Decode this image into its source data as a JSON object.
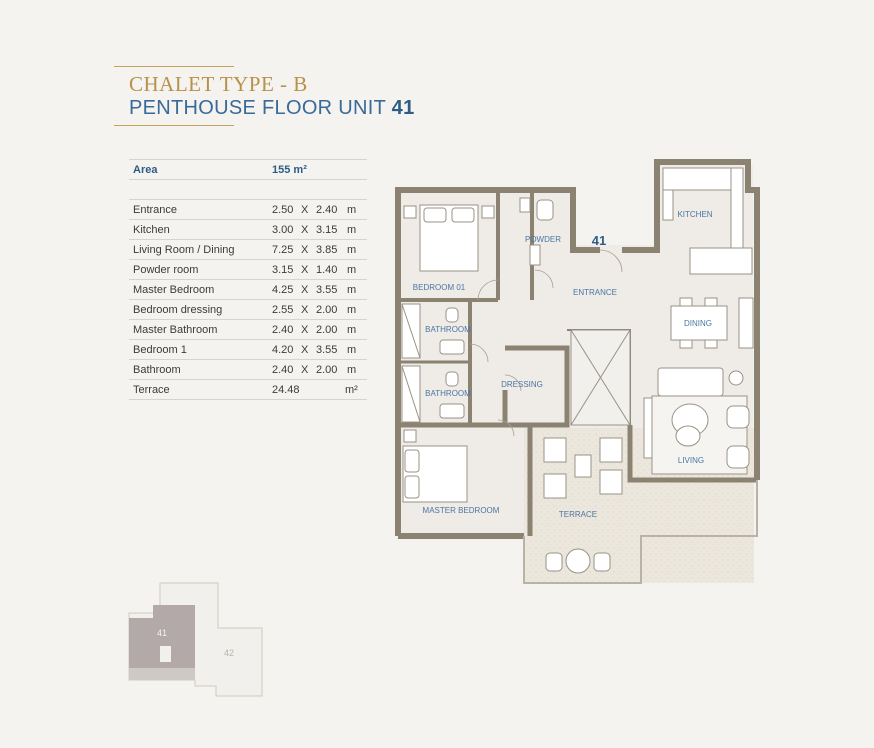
{
  "header": {
    "title_line1": "CHALET TYPE - B",
    "title_line2_prefix": "PENTHOUSE FLOOR UNIT",
    "title_line2_number": "41"
  },
  "table": {
    "header_label": "Area",
    "header_value": "155 m²",
    "rows": [
      {
        "name": "Entrance",
        "a": "2.50",
        "x": "X",
        "b": "2.40",
        "unit": "m"
      },
      {
        "name": "Kitchen",
        "a": "3.00",
        "x": "X",
        "b": "3.15",
        "unit": "m"
      },
      {
        "name": "Living Room / Dining",
        "a": "7.25",
        "x": "X",
        "b": "3.85",
        "unit": "m"
      },
      {
        "name": "Powder room",
        "a": "3.15",
        "x": "X",
        "b": "1.40",
        "unit": "m"
      },
      {
        "name": "Master Bedroom",
        "a": "4.25",
        "x": "X",
        "b": "3.55",
        "unit": "m"
      },
      {
        "name": "Bedroom dressing",
        "a": "2.55",
        "x": "X",
        "b": "2.00",
        "unit": "m"
      },
      {
        "name": "Master Bathroom",
        "a": "2.40",
        "x": "X",
        "b": "2.00",
        "unit": "m"
      },
      {
        "name": "Bedroom 1",
        "a": "4.20",
        "x": "X",
        "b": "3.55",
        "unit": "m"
      },
      {
        "name": "Bathroom",
        "a": "2.40",
        "x": "X",
        "b": "2.00",
        "unit": "m"
      },
      {
        "name": "Terrace",
        "a": "24.48",
        "x": "",
        "b": "",
        "unit": "m²"
      }
    ]
  },
  "plan": {
    "unit_number": "41",
    "rooms": {
      "kitchen": "KITCHEN",
      "powder": "POWDER",
      "bedroom01": "BEDROOM 01",
      "entrance": "ENTRANCE",
      "dining": "DINING",
      "bathroom1": "BATHROOM",
      "bathroom2": "BATHROOM",
      "dressing": "DRESSING",
      "living": "LIVING",
      "terrace": "TERRACE",
      "master_bedroom": "MASTER BEDROOM"
    }
  },
  "keyplan": {
    "unit_a": "41",
    "unit_b": "42"
  },
  "colors": {
    "gold": "#b8914a",
    "blue": "#2f5c86",
    "wall": "#8b8272",
    "floor": "#efebe6",
    "label": "#4a76a3",
    "highlight": "#b3a9a8"
  }
}
